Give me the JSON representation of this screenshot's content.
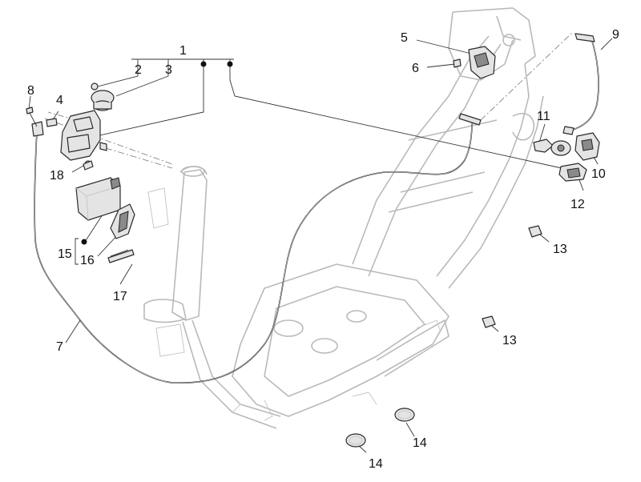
{
  "callouts": {
    "c1": "1",
    "c2": "2",
    "c3": "3",
    "c4": "4",
    "c5": "5",
    "c6": "6",
    "c7": "7",
    "c8": "8",
    "c9": "9",
    "c10": "10",
    "c11": "11",
    "c12": "12",
    "c13a": "13",
    "c13b": "13",
    "c14a": "14",
    "c14b": "14",
    "c15": "15",
    "c16": "16",
    "c17": "17",
    "c18": "18"
  },
  "colors": {
    "frame": "#b9b9b9",
    "parts": "#e4e4e4",
    "ink": "#111111"
  }
}
